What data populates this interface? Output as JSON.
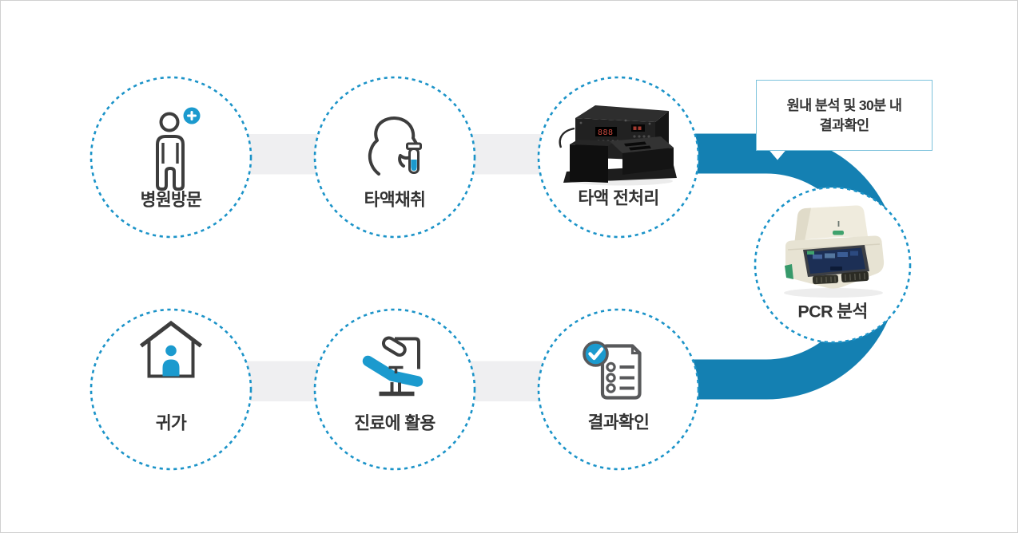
{
  "diagram": {
    "description": "PCR saliva test workflow infographic",
    "steps": {
      "top": [
        {
          "id": "hospital-visit",
          "label": "병원방문",
          "icon": "person-with-medical-cross-icon"
        },
        {
          "id": "saliva-collection",
          "label": "타액채취",
          "icon": "head-profile-with-test-tube-icon"
        },
        {
          "id": "saliva-pretreatment",
          "label": "타액 전처리",
          "icon": "black-pretreatment-machine-image"
        }
      ],
      "right": {
        "id": "pcr-analysis",
        "label": "PCR 분석",
        "icon": "pcr-thermocycler-machine-image"
      },
      "bottom": [
        {
          "id": "return-home",
          "label": "귀가",
          "icon": "house-with-person-icon"
        },
        {
          "id": "use-in-treatment",
          "label": "진료에 활용",
          "icon": "dental-chair-with-lamp-icon"
        },
        {
          "id": "check-results",
          "label": "결과확인",
          "icon": "checklist-with-checkmark-icon"
        }
      ]
    },
    "callout": {
      "line1": "원내 분석 및 30분 내",
      "line2": "결과확인"
    },
    "colors": {
      "accent_blue": "#1b9ace",
      "flow_band_blue": "#1480b2",
      "dashed_circle_blue": "#1b93c8",
      "connector_gray": "#efeff1",
      "callout_border_blue": "#7cc2dc",
      "icon_dark": "#3d3d3d",
      "document_gray": "#58595b",
      "text": "#333333"
    }
  }
}
